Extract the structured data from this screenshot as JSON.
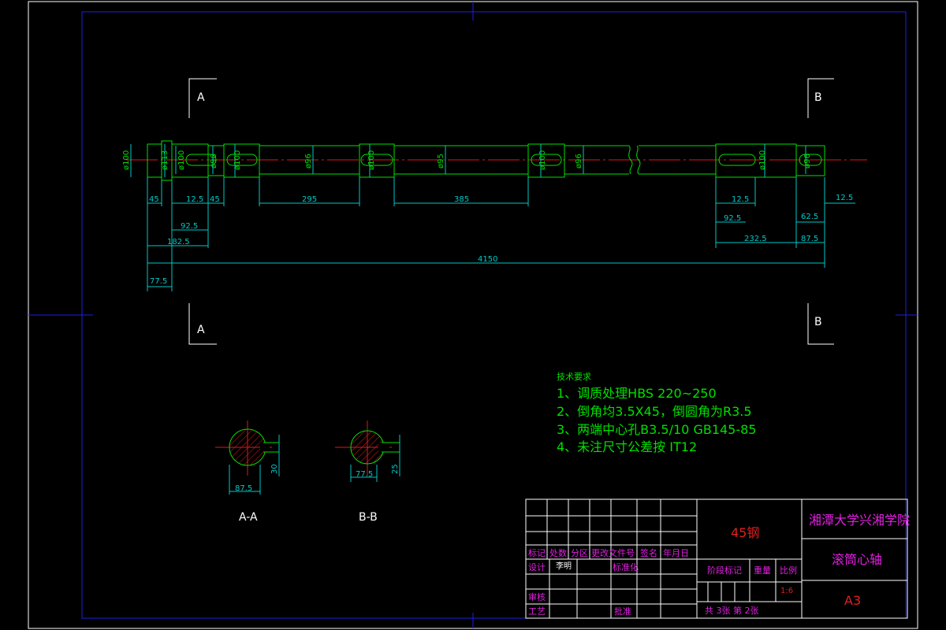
{
  "section_labels": {
    "a_top": "A",
    "b_top": "B",
    "a_bottom": "A",
    "b_bottom": "B"
  },
  "diameters": {
    "d100_left": "ø100",
    "d113": "ø113",
    "d100_b": "ø100",
    "d96_a": "ø96",
    "d100_c": "ø100",
    "d96_b": "ø96",
    "d100_d": "ø100",
    "d95": "ø95",
    "d100_e": "ø100",
    "d96_c": "ø96",
    "d100_f": "ø100",
    "d96_d": "ø96"
  },
  "dims": {
    "d45_a": "45",
    "d12_5_a": "12.5",
    "d45_b": "45",
    "d295": "295",
    "d385": "385",
    "d92_5_a": "92.5",
    "d182_5": "182.5",
    "d4150": "4150",
    "d77_5_a": "77.5",
    "d12_5_b": "12.5",
    "d12_5_c": "12.5",
    "d92_5_b": "92.5",
    "d62_5": "62.5",
    "d232_5": "232.5",
    "d87_5_a": "87.5"
  },
  "tech": {
    "heading": "技术要求",
    "line1": "1、调质处理HBS 220~250",
    "line2": "2、倒角均3.5X45，倒圆角为R3.5",
    "line3": "3、两端中心孔B3.5/10 GB145-85",
    "line4": "4、未注尺寸公差按 IT12"
  },
  "sections": {
    "aa_width": "87.5",
    "aa_height": "30",
    "aa_label": "A-A",
    "bb_width": "77.5",
    "bb_height": "25",
    "bb_label": "B-B"
  },
  "title_block": {
    "material": "45钢",
    "school": "湘潭大学兴湘学院",
    "part_name": "滚筒心轴",
    "sheet_size": "A3",
    "col_mark": "标记",
    "col_count": "处数",
    "col_zone": "分区",
    "col_doc": "更改文件号",
    "col_sign": "签名",
    "col_date": "年月日",
    "design": "设计",
    "designer": "李明",
    "standardize": "标准化",
    "review": "审核",
    "process": "工艺",
    "approve": "批准",
    "stage_mark": "阶段标记",
    "weight": "重量",
    "scale": "比例",
    "scale_value": "1:6",
    "sheets": "共  3张 第 2张"
  },
  "colors": {
    "frame": "#1e1ee8",
    "outline": "#00e000",
    "dimension": "#00c8c8",
    "center": "#e01818",
    "text_green": "#00e000",
    "magenta": "#e020e0",
    "red_text": "#e02020",
    "white": "#ffffff"
  }
}
